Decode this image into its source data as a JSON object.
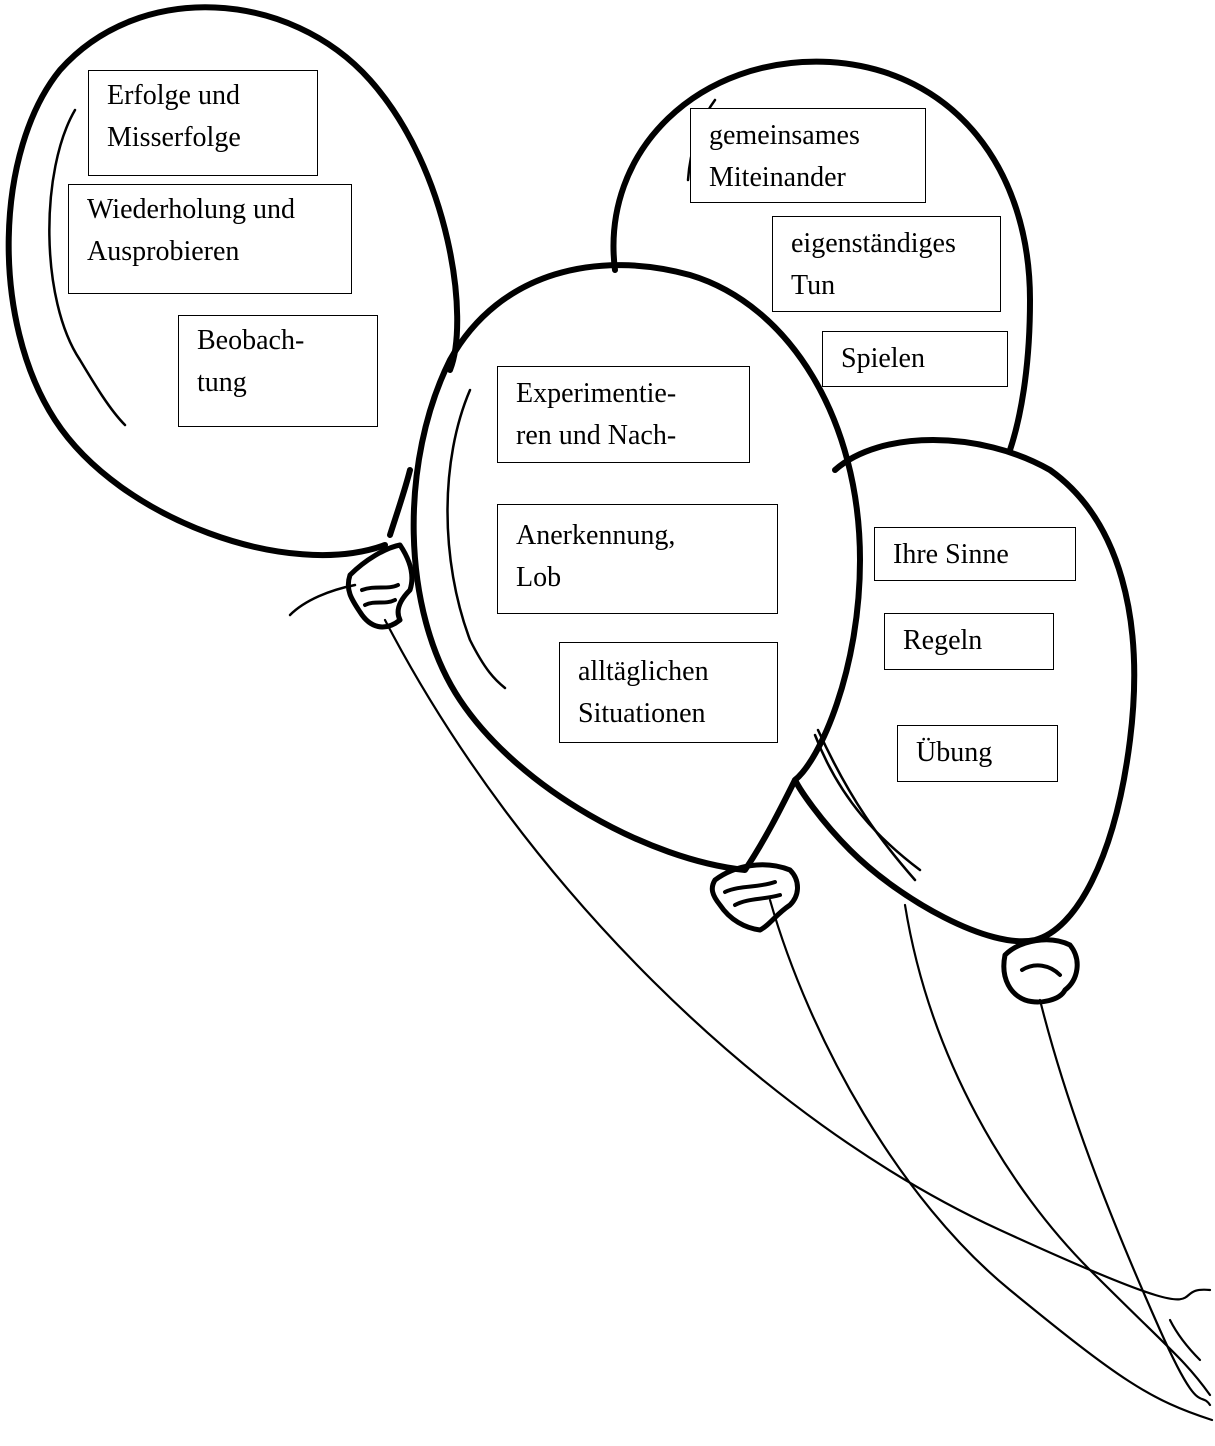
{
  "balloons": [
    {
      "id": "left",
      "labels": [
        [
          "Erfolge und",
          "Misserfolge"
        ],
        [
          "Wiederholung und",
          "Ausprobieren"
        ],
        [
          "Beobach-",
          "tung"
        ]
      ]
    },
    {
      "id": "back-right",
      "labels": [
        [
          "gemeinsames",
          "Miteinander"
        ],
        [
          "eigenständiges",
          "Tun"
        ],
        [
          "Spielen"
        ]
      ]
    },
    {
      "id": "middle",
      "labels": [
        [
          "Experimentie-",
          "ren und Nach-"
        ],
        [
          "Anerkennung,",
          "Lob"
        ],
        [
          "alltäglichen",
          "Situationen"
        ]
      ]
    },
    {
      "id": "front-right",
      "labels": [
        [
          "Ihre Sinne"
        ],
        [
          "Regeln"
        ],
        [
          "Übung"
        ]
      ]
    }
  ]
}
